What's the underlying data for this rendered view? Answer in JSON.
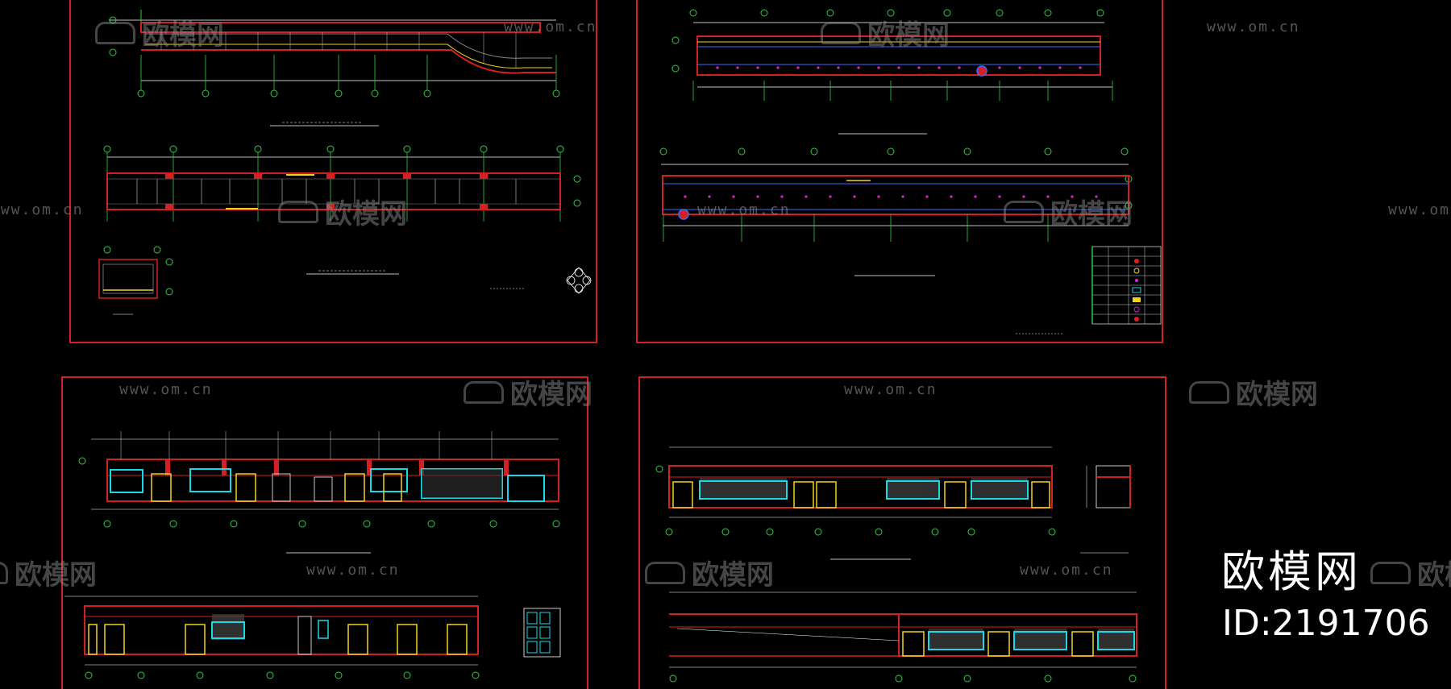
{
  "watermark": {
    "url": "www.om.cn",
    "brand": "欧模网",
    "logo_icon": "sofa-logo-icon"
  },
  "branding": {
    "name": "欧模网",
    "id_label": "ID:2191706"
  },
  "colors": {
    "background": "#000000",
    "sheet_border": "#d42020",
    "wall": "#d42020",
    "axis": "#2ecc40",
    "dimension": "#ffffff",
    "panel_cyan": "#19d9e6",
    "door_yellow": "#f2d21c",
    "ceiling_light": "#e020e0",
    "beam_blue": "#3b6cff"
  }
}
